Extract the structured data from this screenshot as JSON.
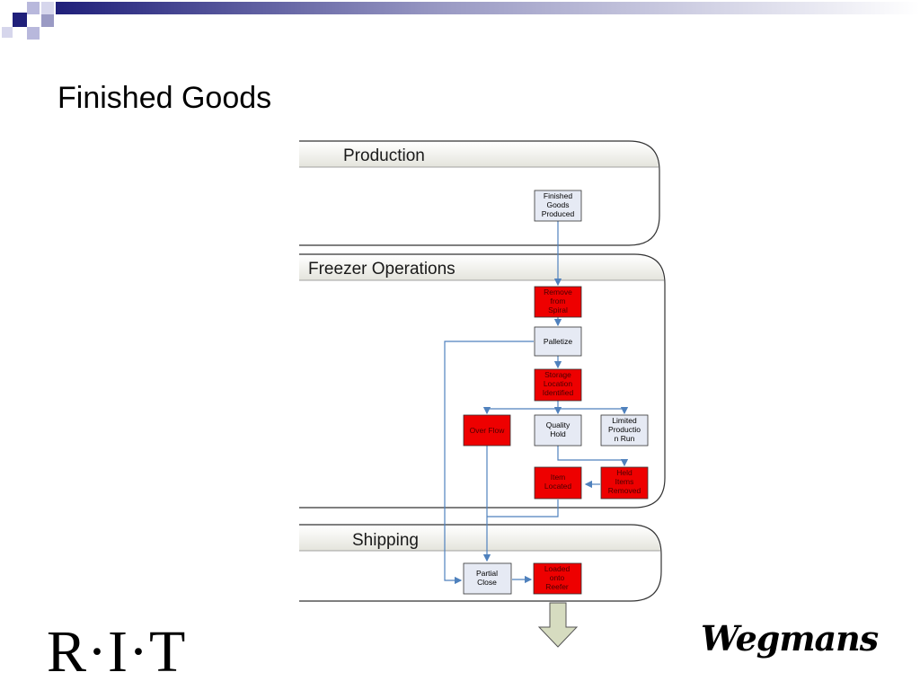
{
  "slide": {
    "title": "Finished Goods"
  },
  "lanes": {
    "production": "Production",
    "freezer": "Freezer Operations",
    "shipping": "Shipping"
  },
  "boxes": {
    "finished_goods_produced": [
      "Finished",
      "Goods",
      "Produced"
    ],
    "remove_from_spiral": [
      "Remove",
      "from",
      "Spiral"
    ],
    "palletize": [
      "Palletize"
    ],
    "storage_location_identified": [
      "Storage",
      "Location",
      "Identified"
    ],
    "over_flow": [
      "Over Flow"
    ],
    "quality_hold": [
      "Quality",
      "Hold"
    ],
    "limited_production_run": [
      "Limited",
      "Productio",
      "n Run"
    ],
    "item_located": [
      "Item",
      "Located"
    ],
    "held_items_removed": [
      "Held",
      "Items",
      "Removed"
    ],
    "partial_close": [
      "Partial",
      "Close"
    ],
    "loaded_onto_reefer": [
      "Loaded",
      "onto",
      "Reefer"
    ]
  },
  "logos": {
    "rit": "R·I·T",
    "wegmans": "Wegmans"
  },
  "colors": {
    "red_box": "#ee0000",
    "light_box": "#e6eaf4",
    "connector": "#4f81bd",
    "navy": "#1f1f7a"
  }
}
